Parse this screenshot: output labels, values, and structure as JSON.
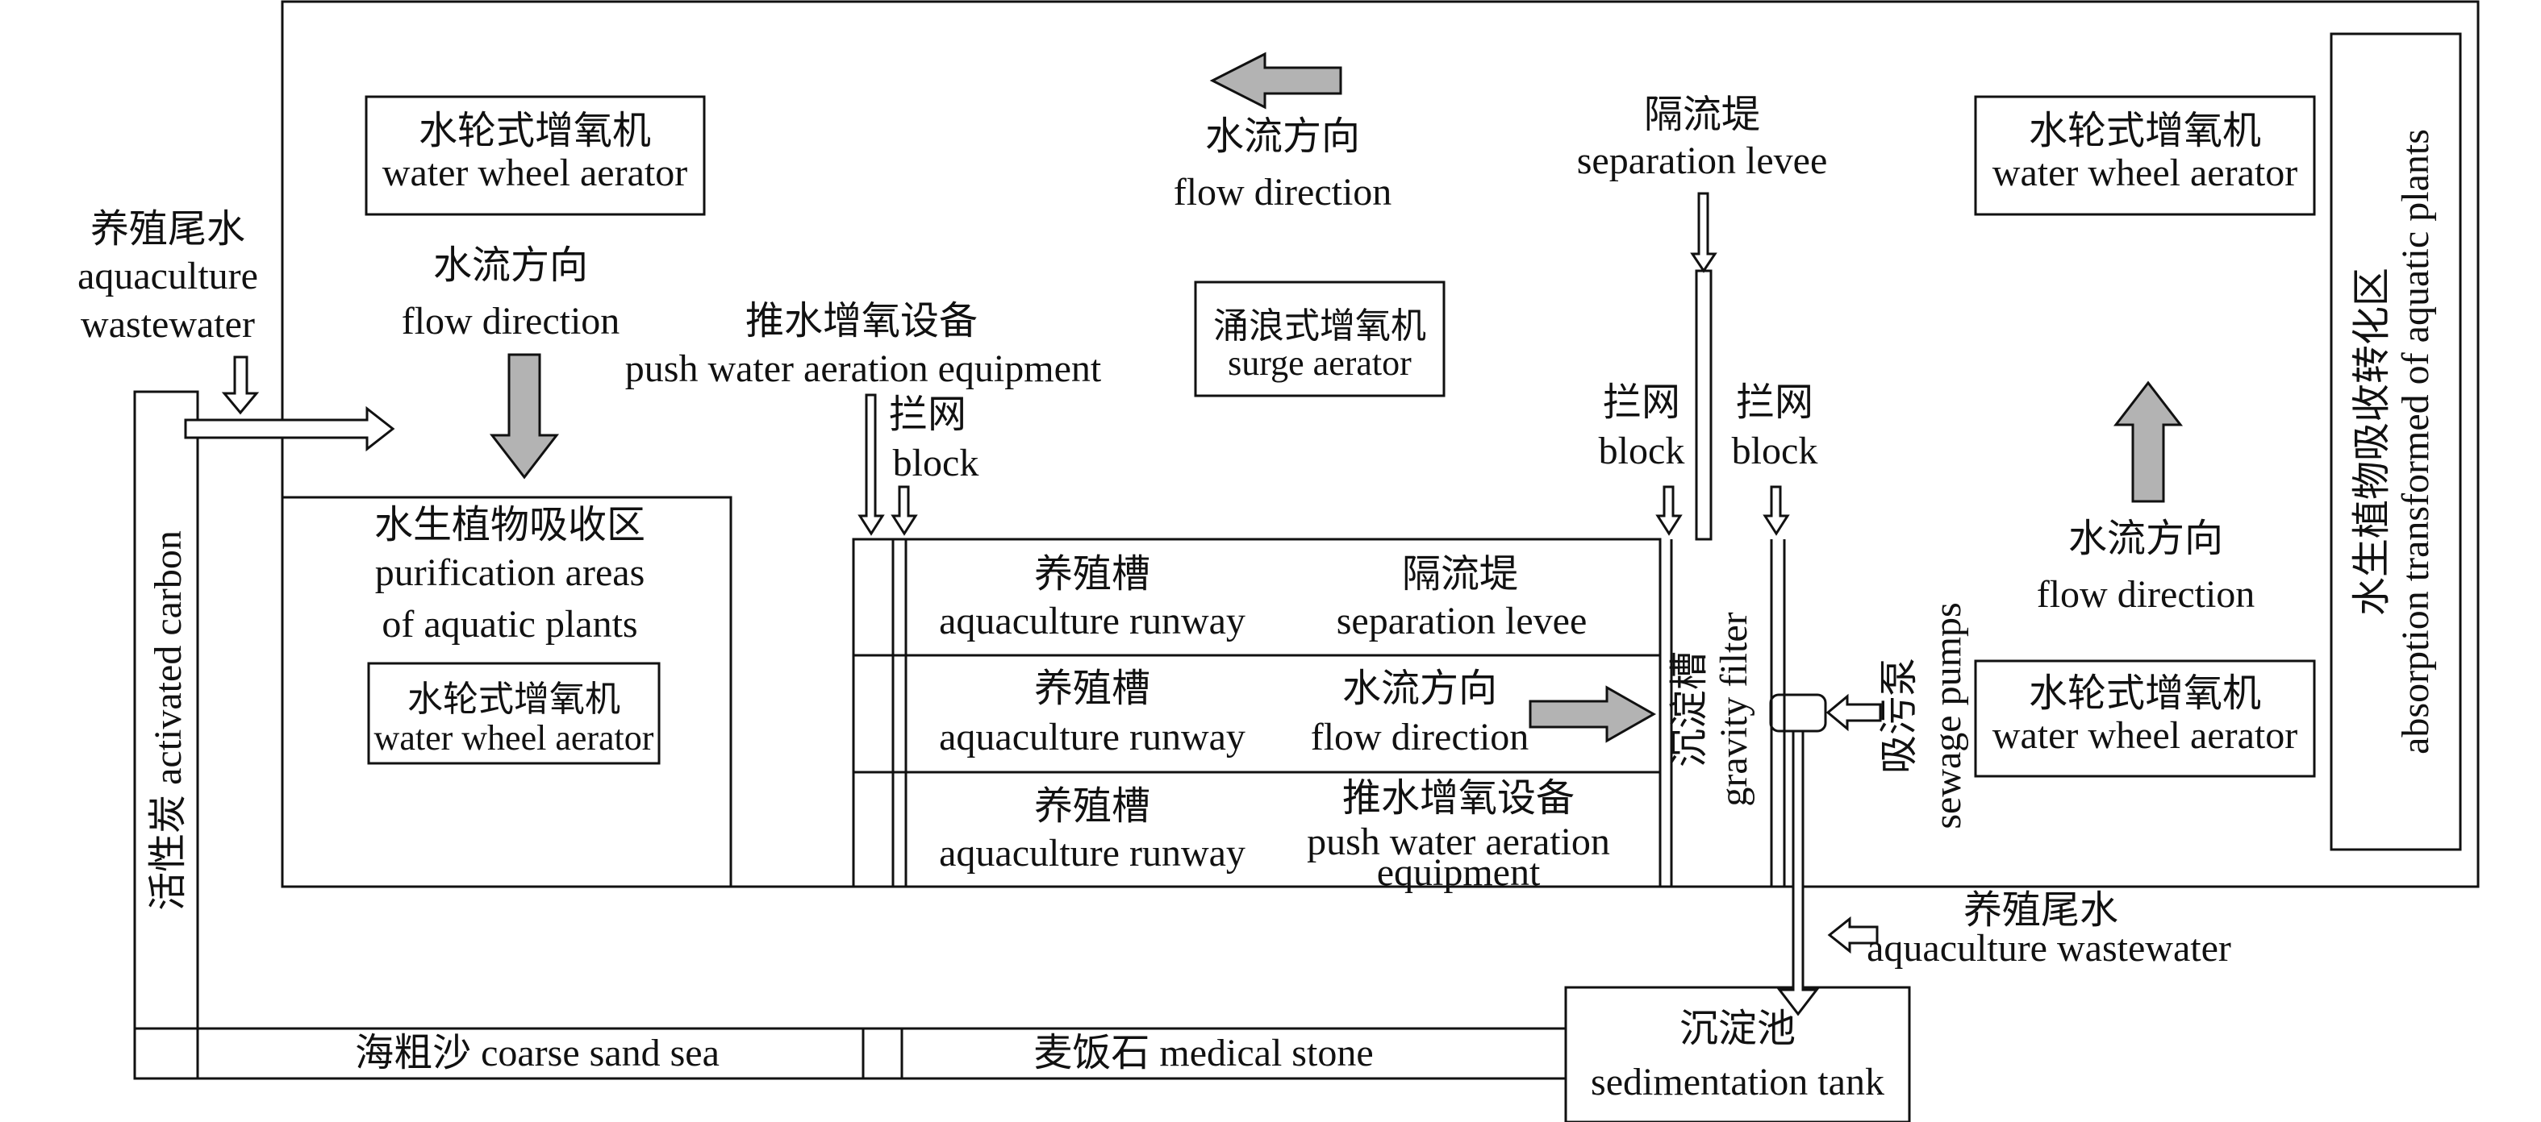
{
  "labels": {
    "wwa_top_left_zh": "水轮式增氧机",
    "wwa_top_left_en": "water wheel aerator",
    "flow_top_left_zh": "水流方向",
    "flow_top_left_en": "flow direction",
    "push_top_zh": "推水增氧设备",
    "push_top_en": "push water aeration equipment",
    "flow_top_center_zh": "水流方向",
    "flow_top_center_en": "flow direction",
    "surge_zh": "涌浪式增氧机",
    "surge_en": "surge aerator",
    "levee_top_zh": "隔流堤",
    "levee_top_en": "separation levee",
    "wwa_top_right_zh": "水轮式增氧机",
    "wwa_top_right_en": "water wheel aerator",
    "absorb_zh": "水生植物吸收转化区",
    "absorb_en": "absorption transformed of aquatic plants",
    "inflow_zh": "养殖尾水",
    "inflow_en1": "aquaculture",
    "inflow_en2": "wastewater",
    "carbon": "活性炭 activated carbon",
    "purify_zh": "水生植物吸收区",
    "purify_en1": "purification areas",
    "purify_en2": "of aquatic plants",
    "wwa_left_zh": "水轮式增氧机",
    "wwa_left_en": "water wheel aerator",
    "block1_zh": "拦网",
    "block1_en": "block",
    "block2_zh": "拦网",
    "block2_en": "block",
    "block3_zh": "拦网",
    "block3_en": "block",
    "runway1_zh": "养殖槽",
    "runway1_en": "aquaculture runway",
    "runway2_zh": "养殖槽",
    "runway2_en": "aquaculture runway",
    "runway3_zh": "养殖槽",
    "runway3_en": "aquaculture runway",
    "levee_inner_zh": "隔流堤",
    "levee_inner_en": "separation levee",
    "flow_inner_zh": "水流方向",
    "flow_inner_en": "flow direction",
    "push_inner_zh": "推水增氧设备",
    "push_inner_en1": "push water aeration",
    "push_inner_en2": "equipment",
    "filter_zh": "沉淀槽",
    "filter_en": "gravity filter",
    "pumps_zh": "吸污泵",
    "pumps_en": "sewage pumps",
    "flow_right_zh": "水流方向",
    "flow_right_en": "flow direction",
    "wwa_right_zh": "水轮式增氧机",
    "wwa_right_en": "water wheel aerator",
    "outflow_zh": "养殖尾水",
    "outflow_en": "aquaculture wastewater",
    "sand": "海粗沙  coarse sand sea",
    "stone": "麦饭石  medical stone",
    "tank_zh": "沉淀池",
    "tank_en": "sedimentation tank"
  },
  "colors": {
    "line": "#111111",
    "flow_arrow_fill": "#b3b3b3",
    "background": "#ffffff"
  }
}
